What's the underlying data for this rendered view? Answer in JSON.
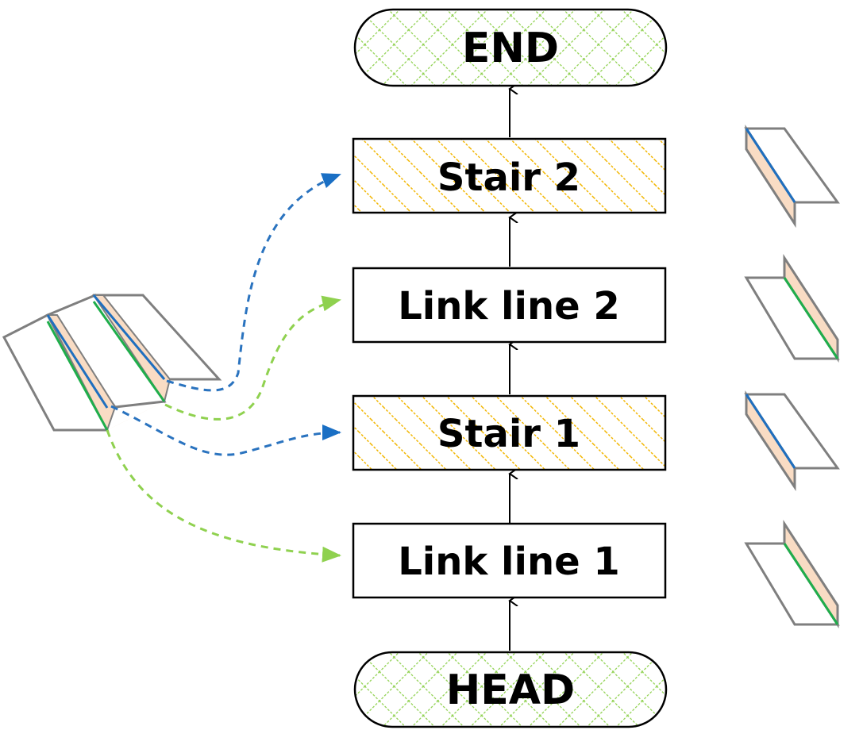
{
  "nodes": {
    "end": "END",
    "stair_2": "Stair 2",
    "link_line_2": "Link line 2",
    "stair_1": "Stair 1",
    "link_line_1": "Link line 1",
    "head": "HEAD"
  },
  "colors": {
    "stair_hatch": "#f2b705",
    "terminal_pattern": "#8fd14f",
    "stair_edge_blue": "#1f6fbf",
    "link_edge_green": "#1fae4b",
    "riser_fill": "#f9dcc4",
    "dashed_blue": "#2a73bf",
    "dashed_green": "#8fd14f",
    "outline_gray": "#7f7f7f"
  },
  "icons": {
    "staircase_model": "staircase-icon",
    "stair_segment": "stair-segment-icon",
    "link_segment": "link-line-segment-icon"
  }
}
